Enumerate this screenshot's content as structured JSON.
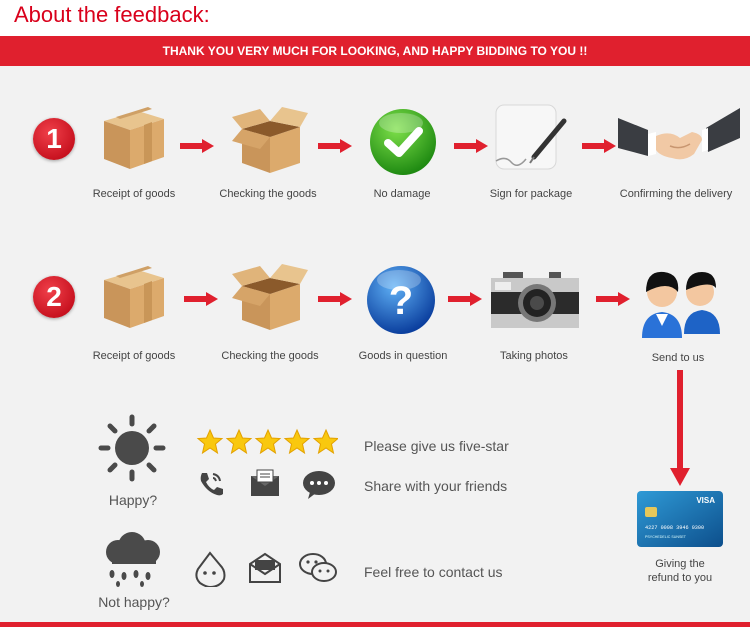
{
  "title": "About the feedback:",
  "banner": "THANK YOU VERY MUCH FOR LOOKING, AND HAPPY BIDDING TO YOU !!",
  "row1": {
    "number": "1",
    "steps": [
      {
        "label": "Receipt of goods",
        "icon": "closed-box-icon"
      },
      {
        "label": "Checking the goods",
        "icon": "open-box-icon"
      },
      {
        "label": "No damage",
        "icon": "check-circle-icon"
      },
      {
        "label": "Sign for package",
        "icon": "sign-document-icon"
      },
      {
        "label": "Confirming the delivery",
        "icon": "handshake-icon"
      }
    ]
  },
  "row2": {
    "number": "2",
    "steps": [
      {
        "label": "Receipt of goods",
        "icon": "closed-box-icon"
      },
      {
        "label": "Checking the goods",
        "icon": "open-box-icon"
      },
      {
        "label": "Goods in question",
        "icon": "question-circle-icon"
      },
      {
        "label": "Taking photos",
        "icon": "camera-icon"
      },
      {
        "label": "Send to us",
        "icon": "support-agents-icon"
      }
    ]
  },
  "refund": {
    "label_line1": "Giving the",
    "label_line2": "refund to you",
    "card_brand": "VISA",
    "card_number": "4227 0008 3946 0300",
    "card_name": "PSYCHEDELIC SUNSET"
  },
  "happy": {
    "label": "Happy?",
    "line1": "Please give us five-star",
    "line2": "Share with your friends"
  },
  "not_happy": {
    "label": "Not happy?",
    "line1": "Feel free to contact us"
  },
  "colors": {
    "accent": "#e0202e",
    "title": "#d9001b",
    "panel": "#f2f2f2"
  }
}
